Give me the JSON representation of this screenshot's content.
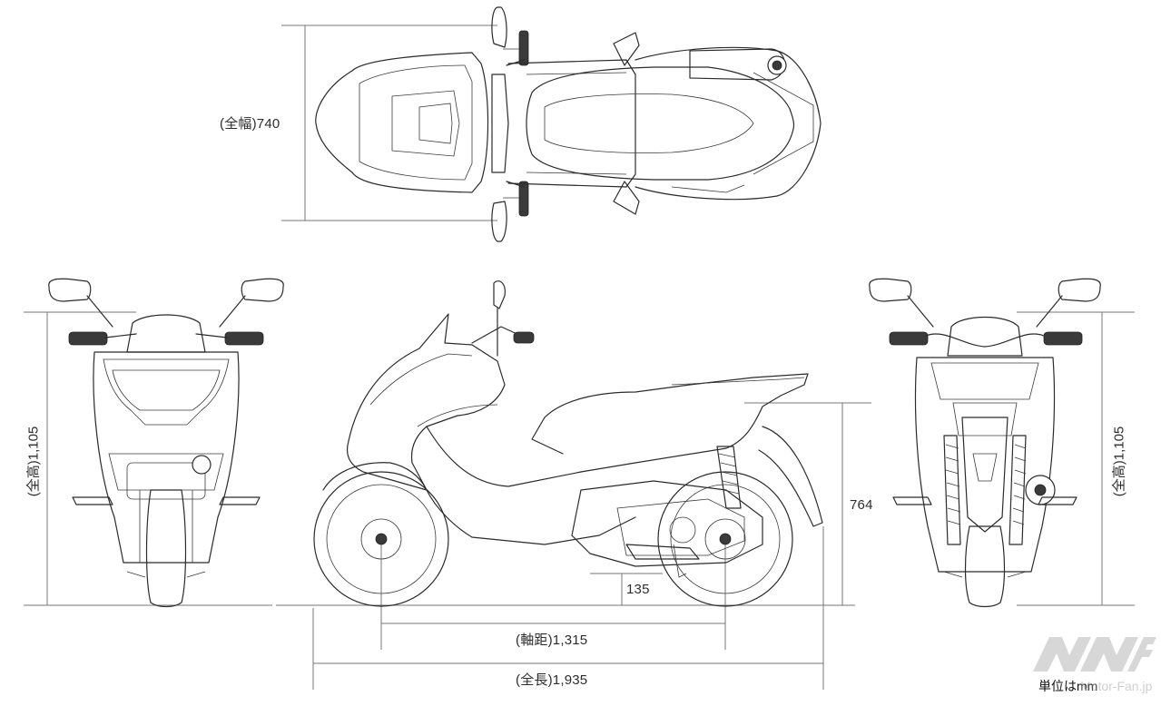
{
  "dimensions": {
    "width": "(全幅)740",
    "height_left": "(全高)1,105",
    "height_right": "(全高)1,105",
    "seat_height": "764",
    "ground_clearance": "135",
    "wheelbase": "(軸距)1,315",
    "length": "(全長)1,935"
  },
  "unit_note": "単位はmm",
  "watermark": "Motor-Fan.jp",
  "views": [
    "top-view",
    "front-view",
    "side-view",
    "rear-view"
  ]
}
